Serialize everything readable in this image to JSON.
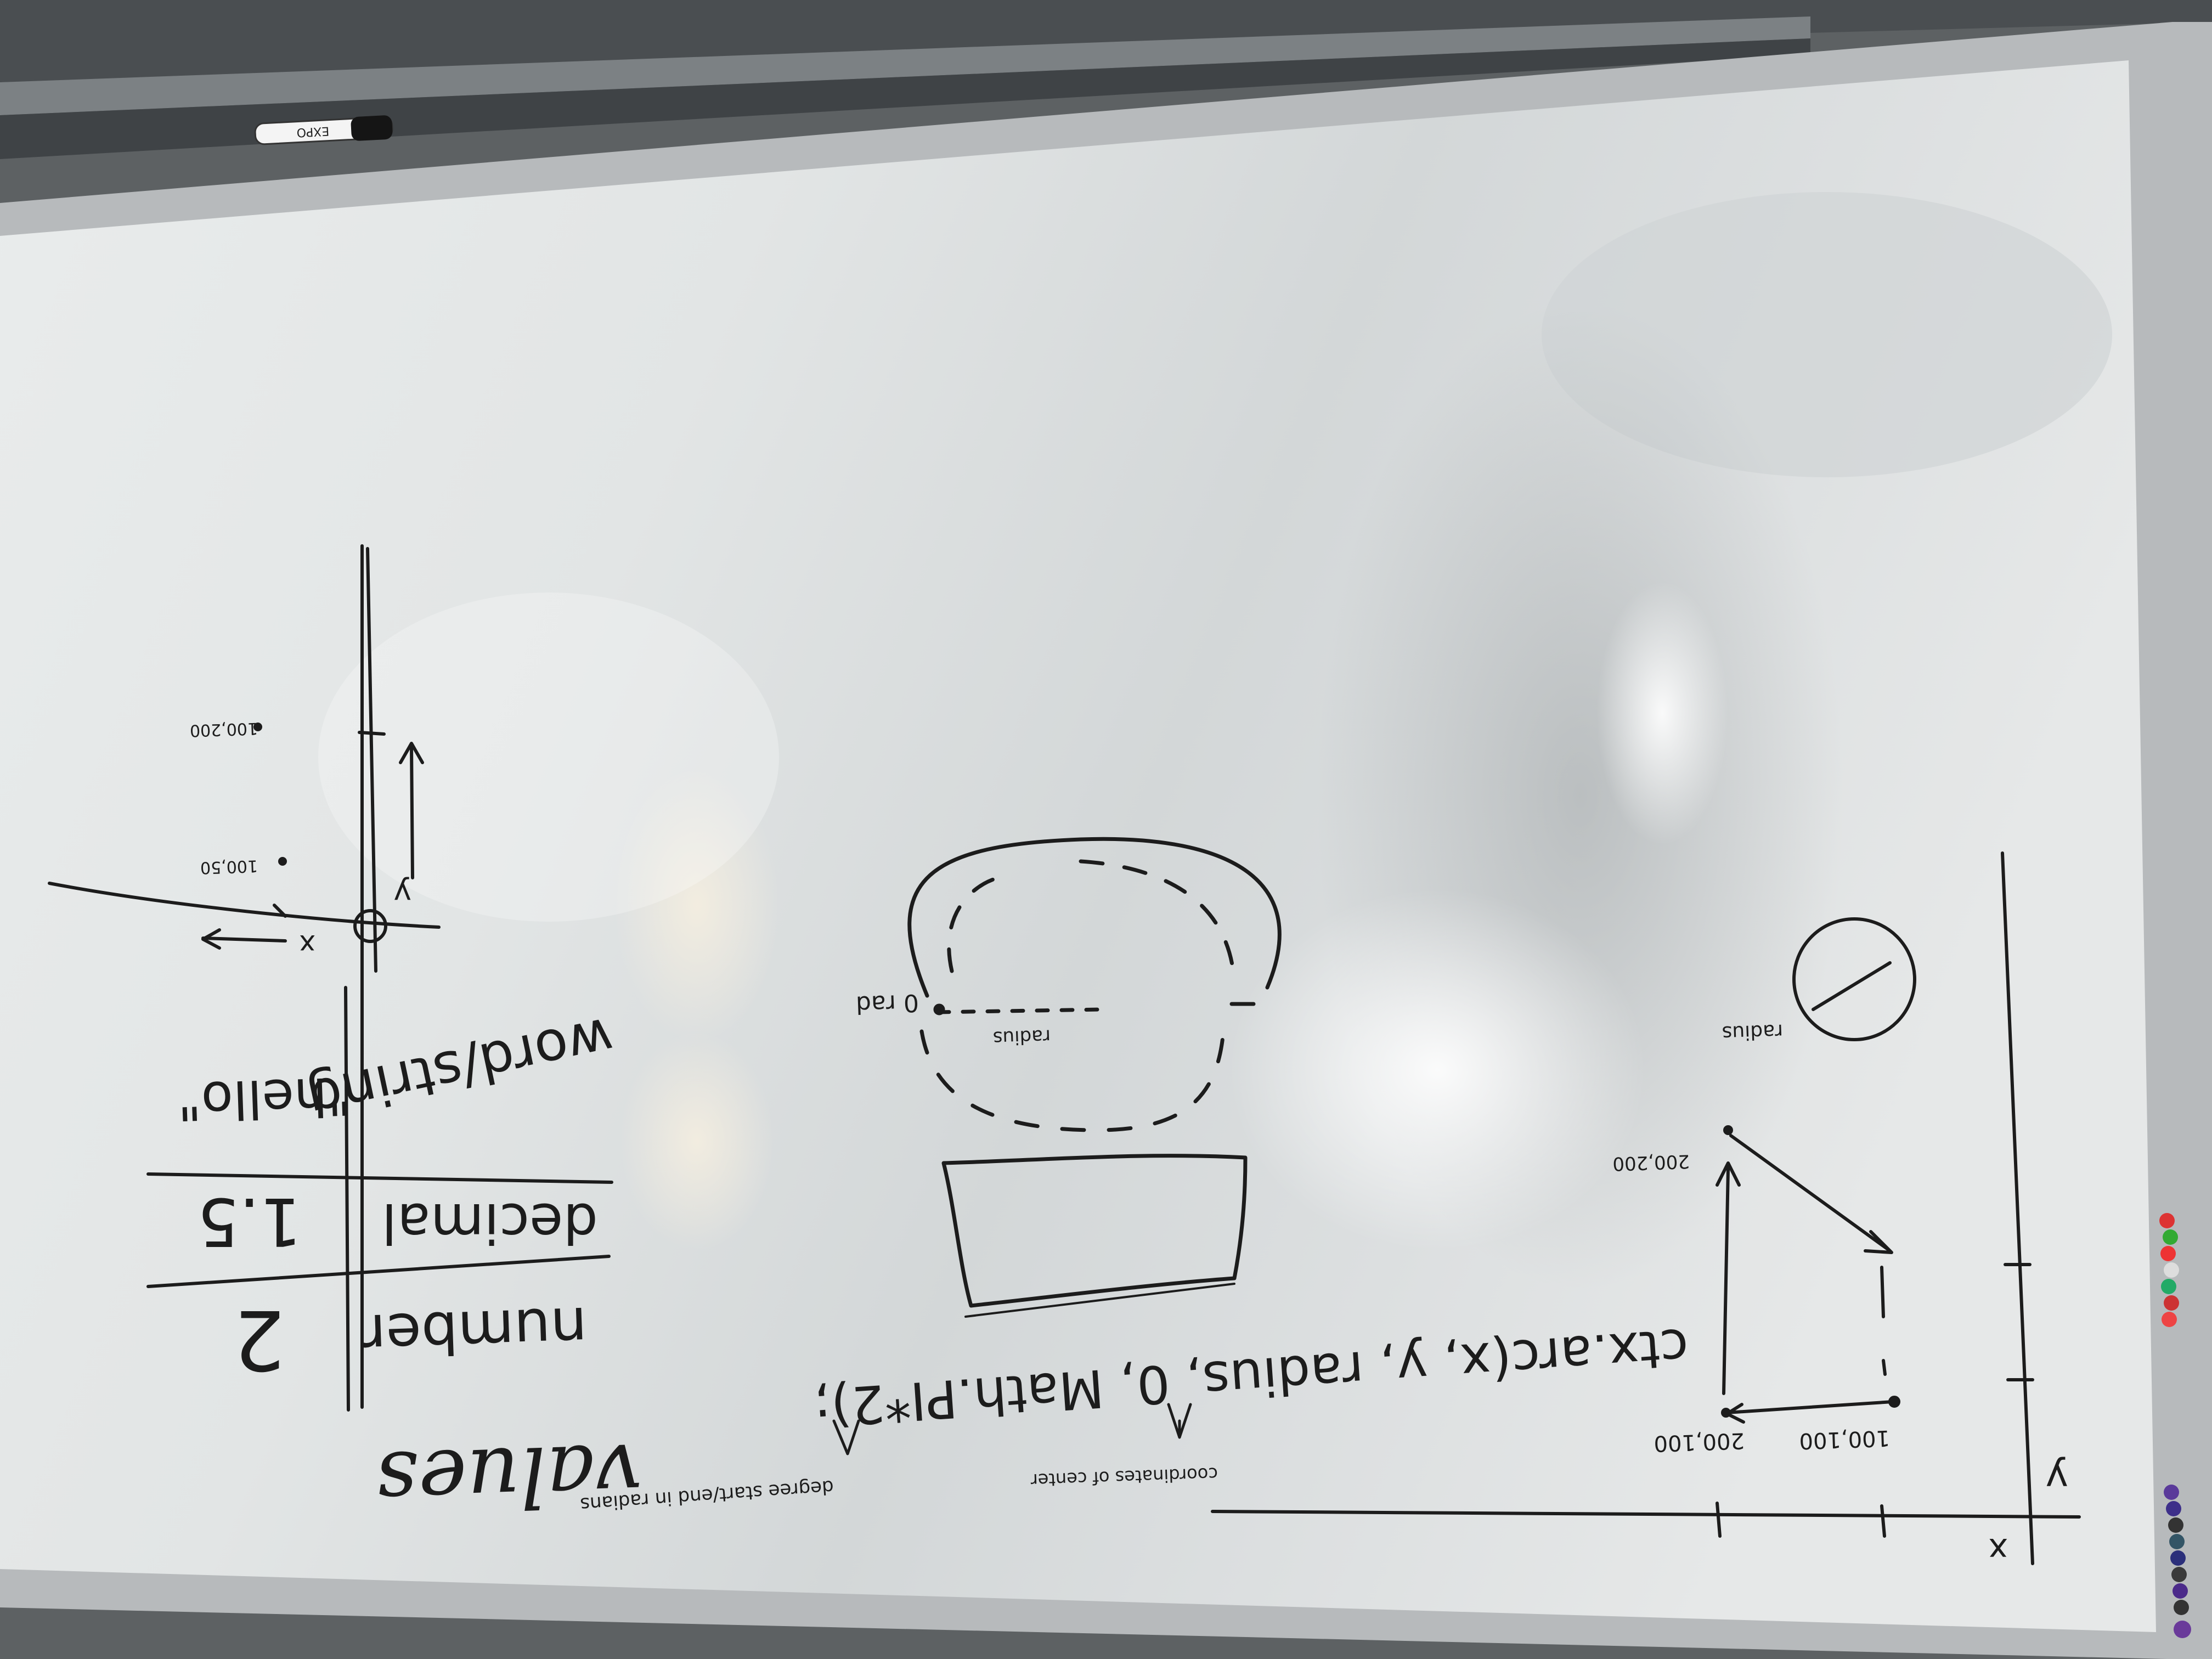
{
  "scene": {
    "description": "Photo of a whiteboard with hand-drawn programming notes, photographed upside-down",
    "colors": {
      "wall": "#6f7274",
      "tray": "#55595c",
      "frame": "#b8bbbd",
      "board_light": "#f2f3f2",
      "board_mid": "#d9dcdc",
      "board_dark": "#c4c8c9",
      "ink": "#1c1c1c",
      "faded_ink": "#9fb6c4"
    }
  },
  "marker": {
    "brand": "EXPO"
  },
  "notes": {
    "heading": "values",
    "table": {
      "rows": [
        {
          "value": "2",
          "type": "number"
        },
        {
          "value": "1.5",
          "type": "decimal"
        },
        {
          "value": "\"hello\"",
          "type": "word/string"
        }
      ]
    },
    "code_line": "ctx.arc(x, y, radius, 0, Math.PI*2);",
    "annotations": {
      "center": "coordinates of center",
      "start": "degree start/end in radians",
      "radius_label": "radius",
      "zero_label": "0 rad",
      "radius_icon_label": "radius"
    },
    "axes_small": {
      "x_label": "x",
      "y_label": "y",
      "points": [
        "100,50",
        "100,200"
      ]
    },
    "axes_big": {
      "x_label": "x",
      "y_label": "y",
      "points": [
        "100,100",
        "200,100",
        "200,200"
      ]
    }
  }
}
